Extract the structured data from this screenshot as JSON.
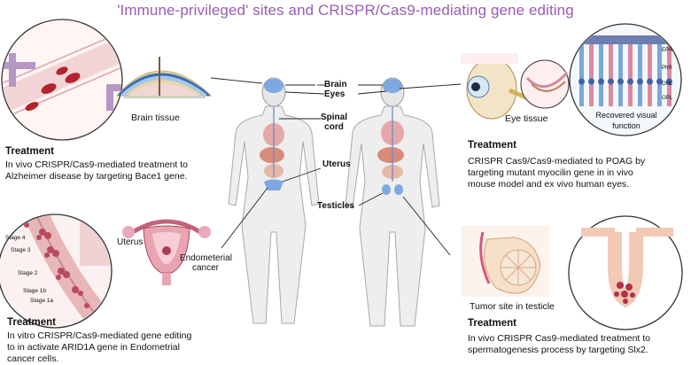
{
  "title": "'Immune-privileged' sites  and  CRISPR/Cas9-mediating gene editing",
  "brain_panel": {
    "caption": "Brain tissue",
    "heading": "Treatment",
    "lines": [
      "In vivo  CRISPR/Cas9-mediated treatment to",
      "Alzheimer disease by targeting Bace1 gene."
    ]
  },
  "eye_panel": {
    "caption": "Eye tissue",
    "recovered_lines": [
      "Recovered visual",
      "function"
    ],
    "layers": [
      "EPR",
      "PhR",
      "ONL",
      "OPL"
    ],
    "heading": "Treatment",
    "lines": [
      "CRISPR Cas9/Cas9-mediated to POAG by",
      "targeting mutant myocilin gene in in vivo",
      "mouse model  and ex vivo human eyes."
    ]
  },
  "uterus_panel": {
    "stages": [
      "Stage 4",
      "Stage 3",
      "Stage 2",
      "Stage 1b",
      "Stage 1a"
    ],
    "uterus_label": "Uterus",
    "cancer_lines": [
      "Endometerial",
      "cancer"
    ],
    "heading": "Treatment",
    "lines": [
      "In vitro CRISPR/Cas9-mediated gene editing",
      "to in activate ARID1A gene in Endometrial",
      "cancer cells."
    ]
  },
  "testicle_panel": {
    "caption": "Tumor site in testicle",
    "heading": "Treatment",
    "lines": [
      "In vivo  CRISPR Cas9-mediated treatment to",
      "spermatogenesis process  by targeting Slx2."
    ]
  },
  "body_labels": {
    "brain": "Brain",
    "eyes": "Eyes",
    "spinal": [
      "Spinal",
      "cord"
    ],
    "uterus": "Uterus",
    "testicles": "Testicles"
  }
}
